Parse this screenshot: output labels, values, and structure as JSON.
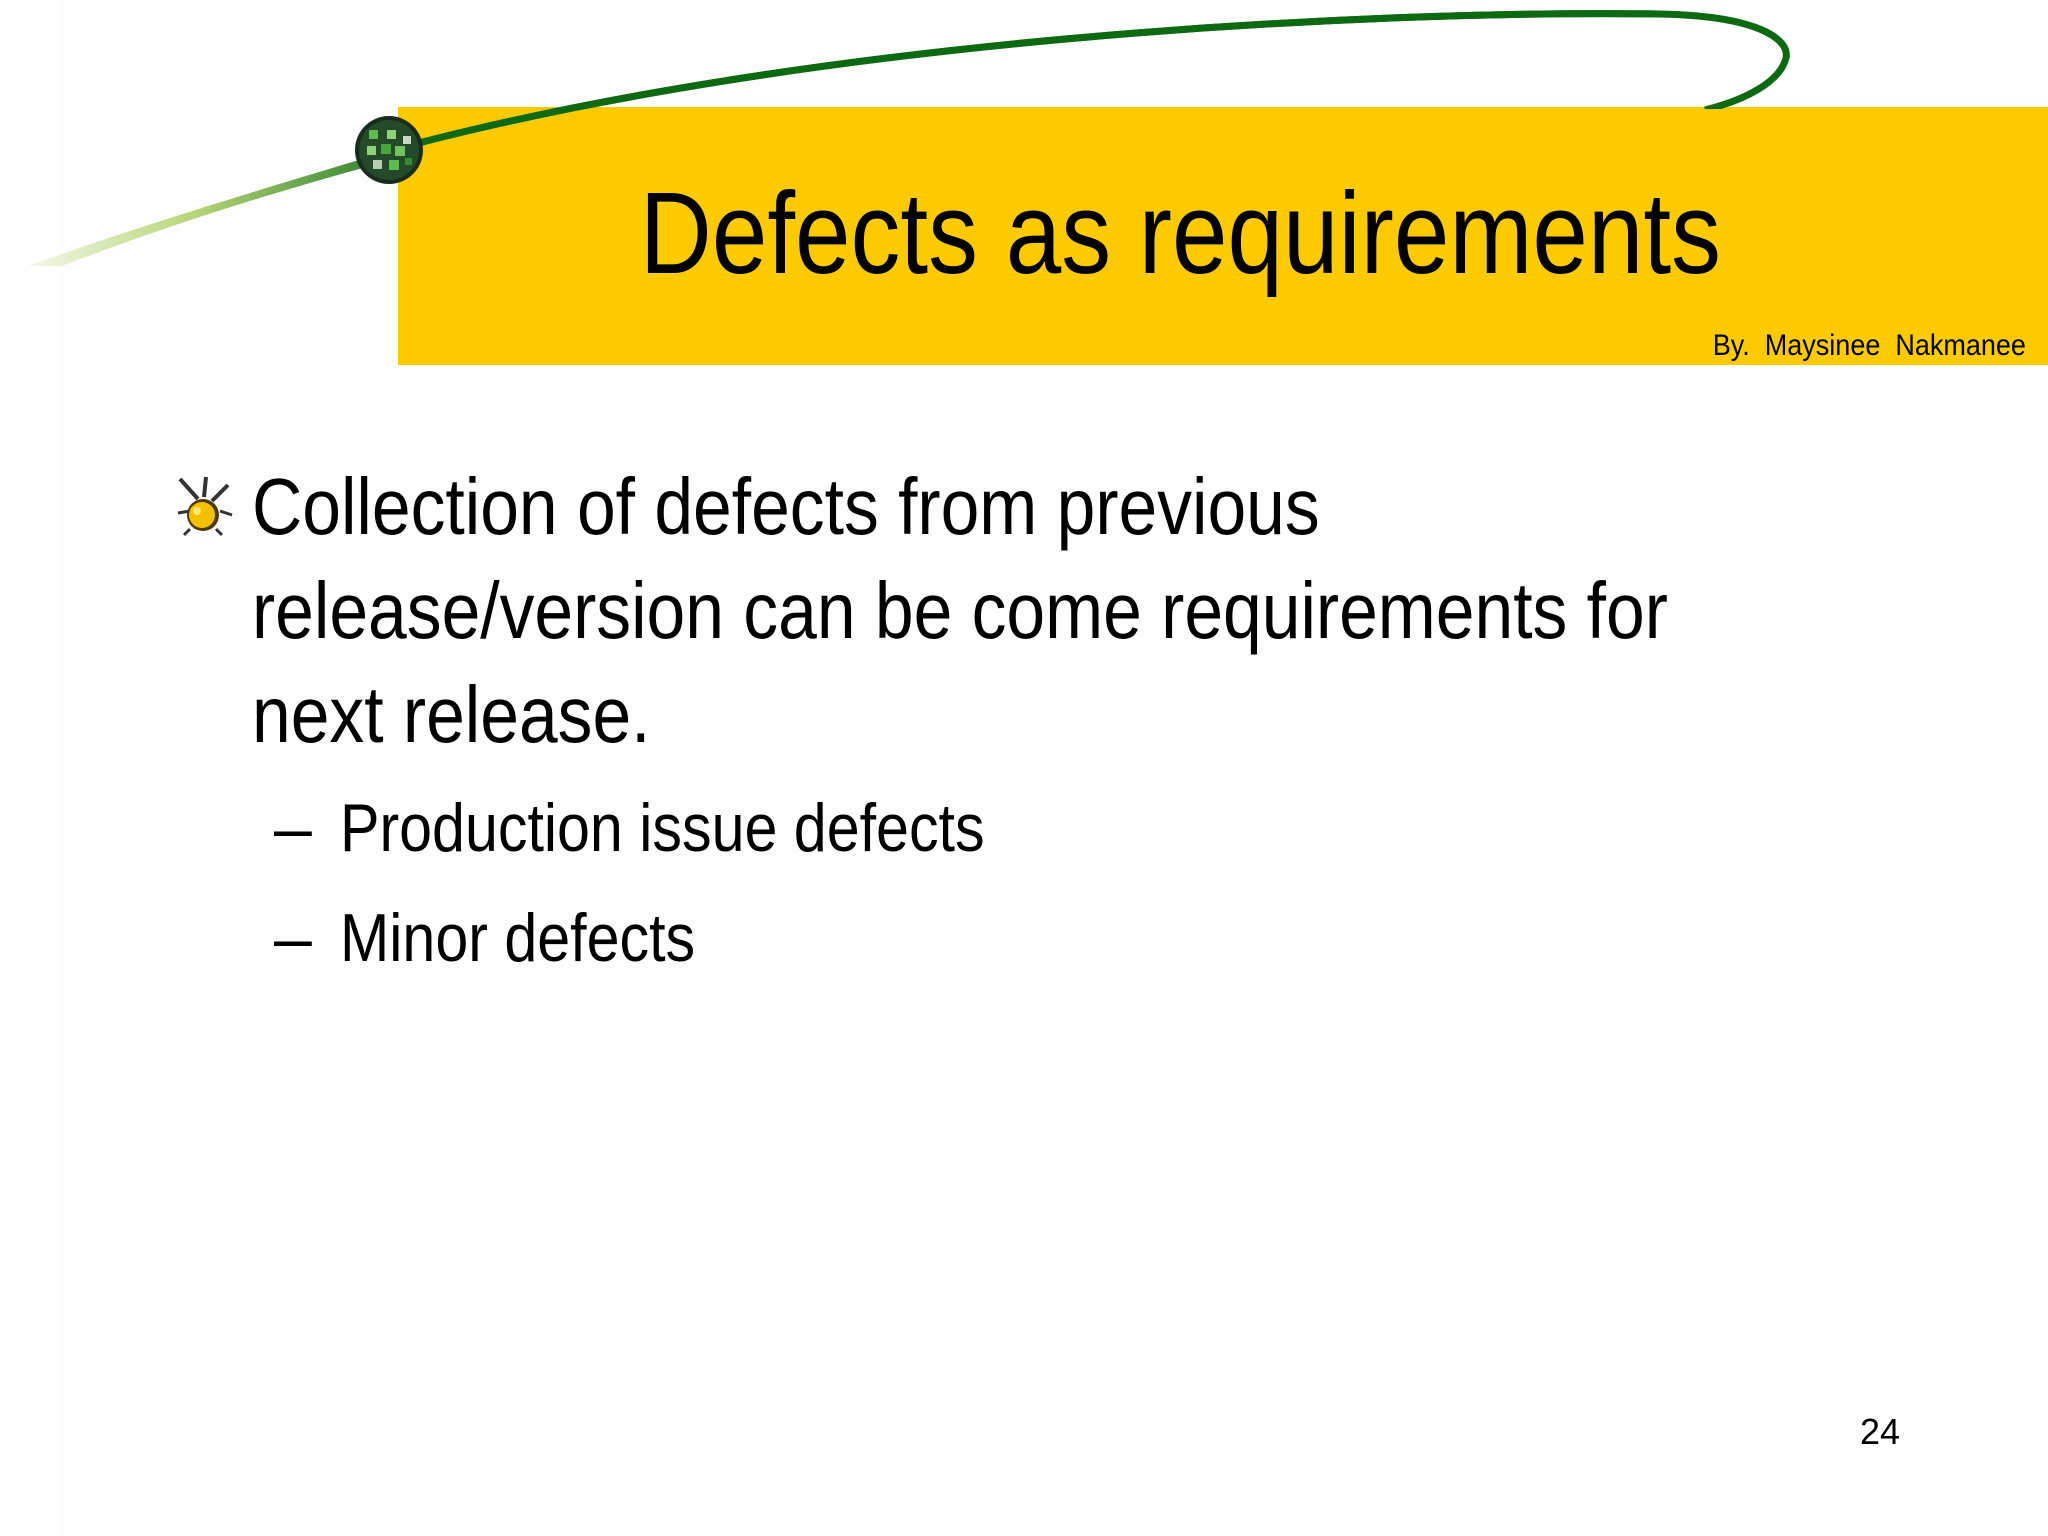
{
  "slide": {
    "title": "Defects as requirements",
    "author": "By.  Maysinee  Nakmanee",
    "bullet": {
      "text": "Collection of defects from previous release/version can be come requirements for next release.",
      "icon": "ladybug-icon"
    },
    "sub_items": [
      {
        "dash": "–",
        "text": "Production issue defects"
      },
      {
        "dash": "–",
        "text": "Minor defects"
      }
    ],
    "page_number": "24",
    "colors": {
      "title_band": "#fcca00",
      "swoosh": "#0d6a12",
      "text": "#000000"
    },
    "decorations": {
      "swoosh": "green-swoosh-line",
      "logo": "green-checkered-ball-icon"
    }
  }
}
